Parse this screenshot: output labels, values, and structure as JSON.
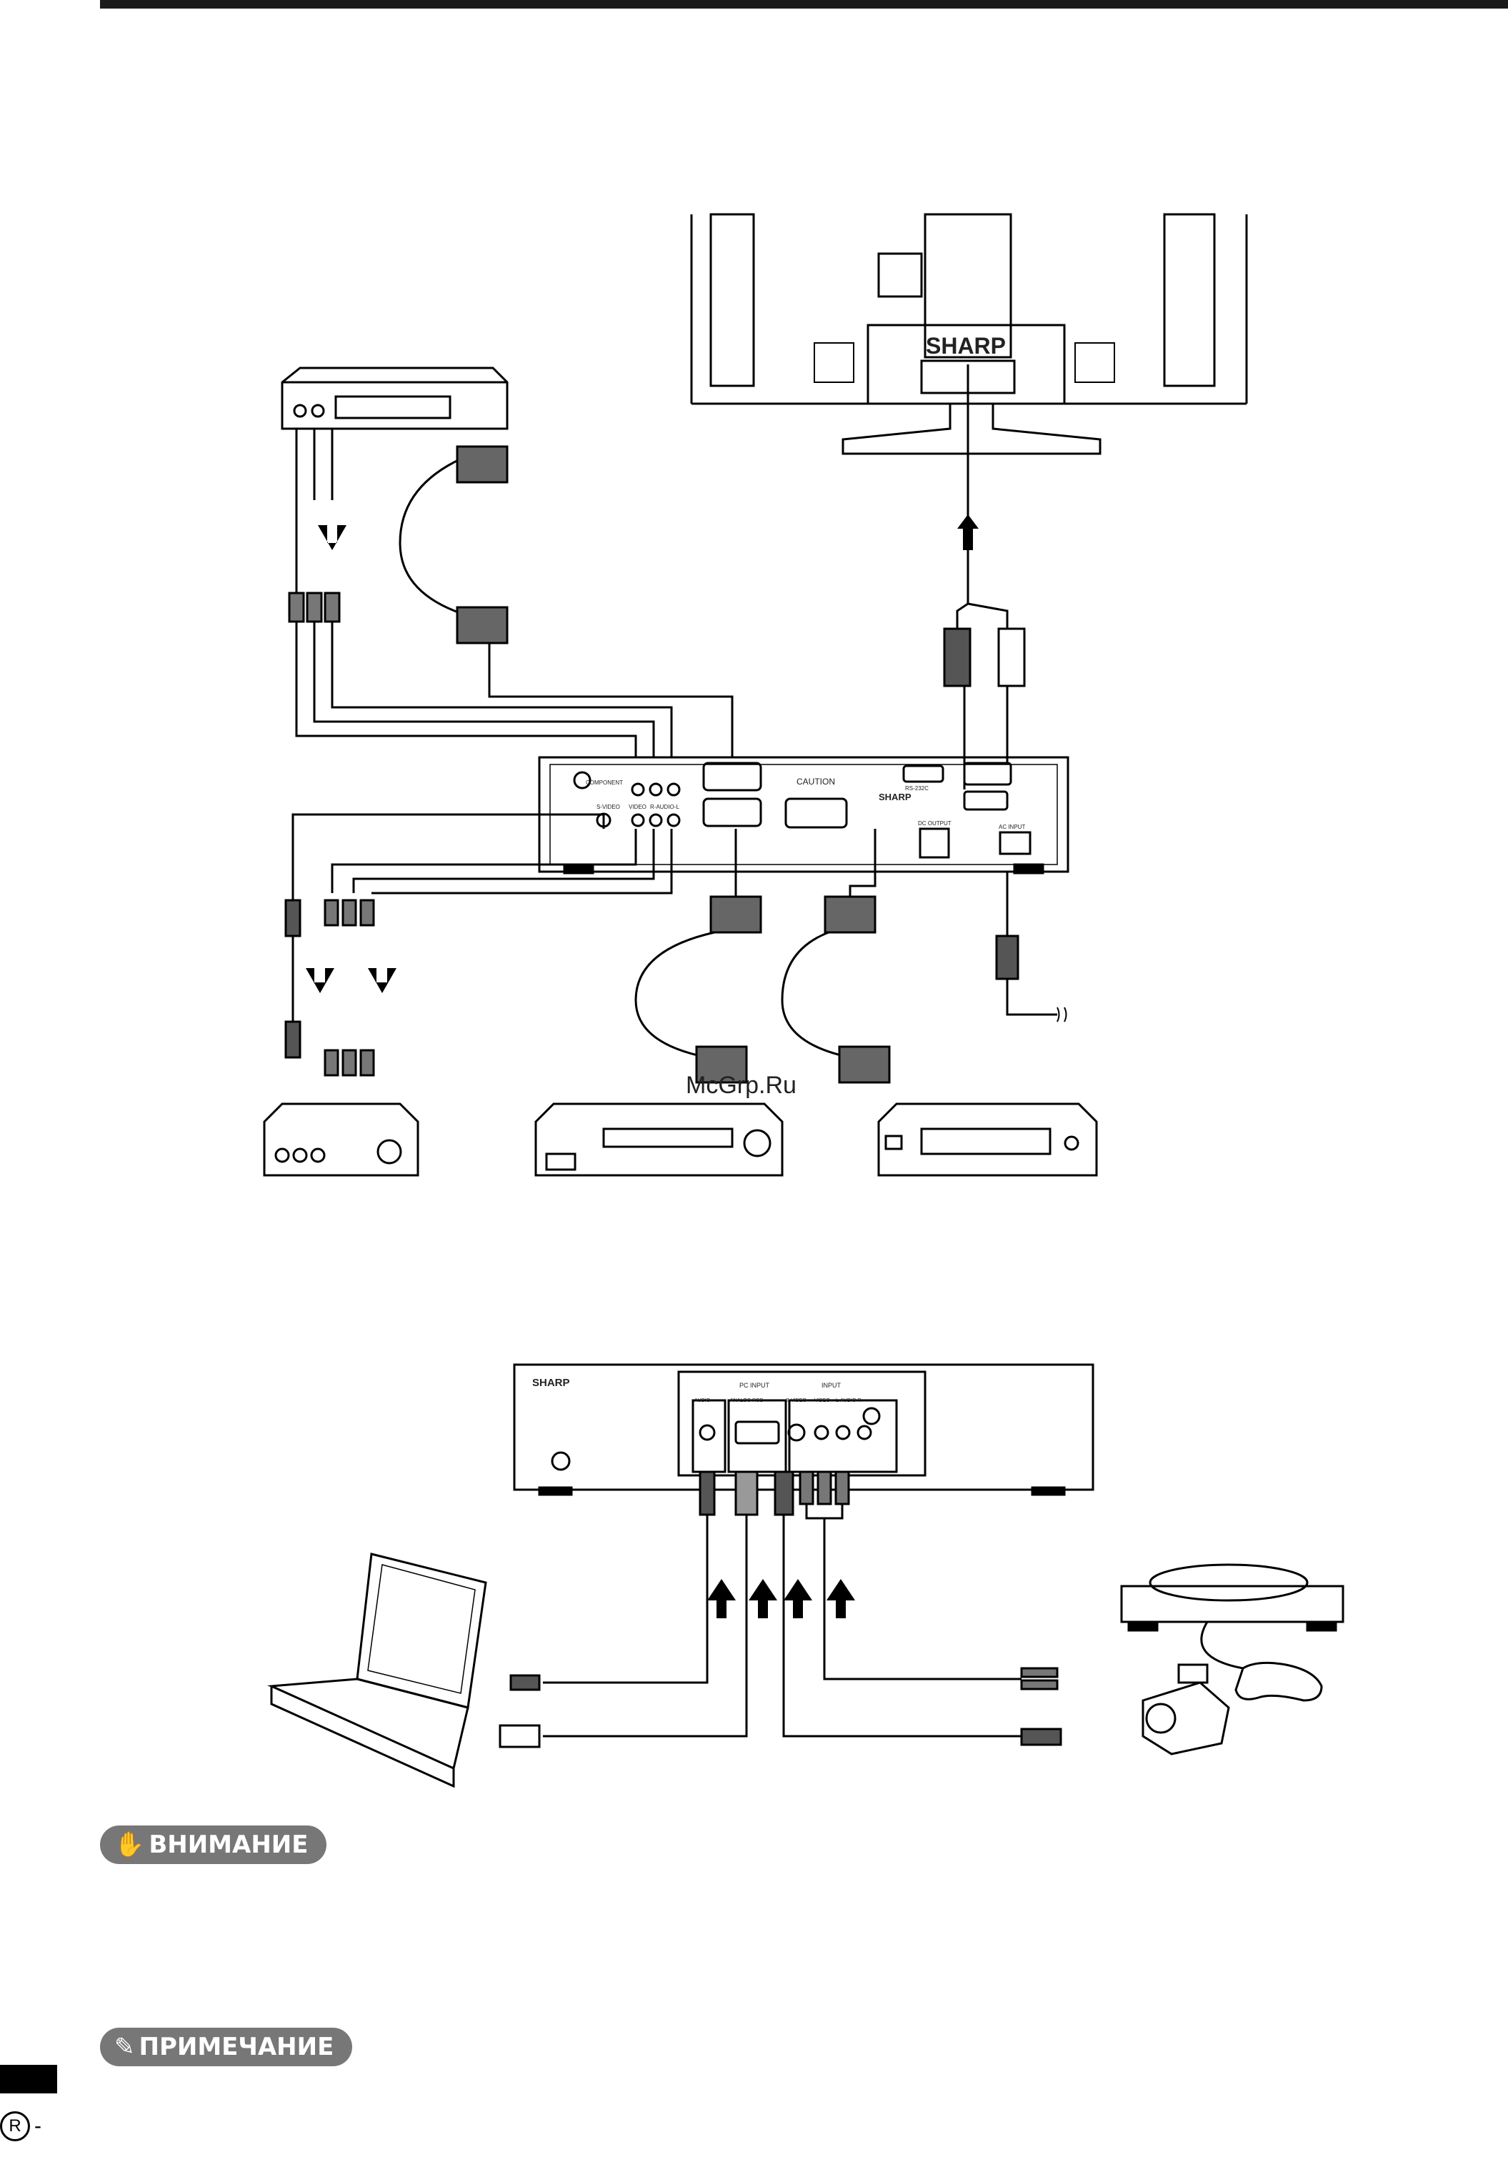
{
  "watermark": "McGrp.Ru",
  "tv": {
    "brand": "SHARP"
  },
  "av_center": {
    "brand": "SHARP",
    "caution": "CAUTION",
    "jacks": [
      "COMPONENT",
      "S-VIDEO",
      "VIDEO",
      "R-AUDIO-L",
      "RS-232C",
      "AC INPUT",
      "DC OUTPUT"
    ]
  },
  "front_panel": {
    "brand": "SHARP",
    "pc_input": "PC INPUT",
    "input": "INPUT",
    "jacks": [
      "AUDIO",
      "ANALOG RGB",
      "S-VIDEO",
      "VIDEO",
      "L-AUDIO-R"
    ]
  },
  "notes": {
    "caution_label": "ВНИМАНИЕ",
    "note_label": "ПРИМЕЧАНИЕ",
    "caution_icon": "hand-icon",
    "note_icon": "pencil-icon"
  },
  "footer": {
    "region_mark": "R",
    "dash": "-"
  }
}
